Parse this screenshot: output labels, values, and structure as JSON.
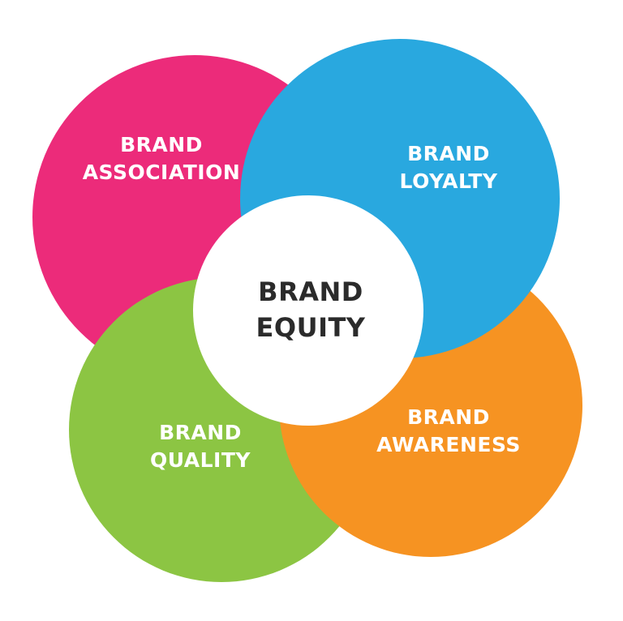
{
  "colors": {
    "association": "#ec2b7a",
    "loyalty": "#29a8df",
    "awareness": "#f69322",
    "quality": "#8cc543",
    "equity": "#ffffff"
  },
  "nodes": {
    "association": {
      "line1": "BRAND",
      "line2": "ASSOCIATION"
    },
    "loyalty": {
      "line1": "BRAND",
      "line2": "LOYALTY"
    },
    "awareness": {
      "line1": "BRAND",
      "line2": "AWARENESS"
    },
    "quality": {
      "line1": "BRAND",
      "line2": "QUALITY"
    },
    "equity": {
      "line1": "BRAND",
      "line2": "EQUITY"
    }
  }
}
